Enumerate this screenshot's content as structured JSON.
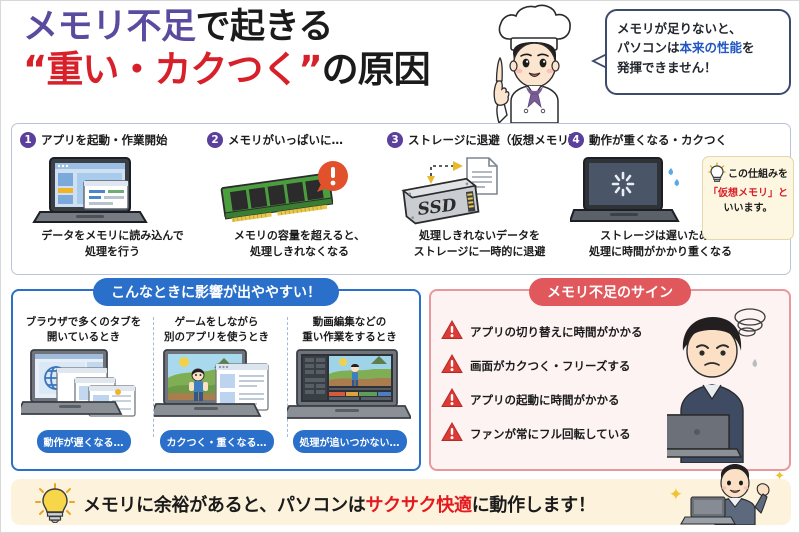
{
  "header": {
    "title_line1_a": "メモリ不足",
    "title_line1_b": "で起きる",
    "title_line2_a": "“重い・カクつく”",
    "title_line2_b": "の原因",
    "chef_icon": "chef-character-icon",
    "bubble": {
      "line1": "メモリが足りないと、",
      "line2_a": "パソコンは",
      "line2_b": "本来の性能",
      "line2_c": "を",
      "line3": "発揮できません！",
      "accent_color": "#2257c4"
    }
  },
  "steps": [
    {
      "number": "1",
      "title": "アプリを起動・作業開始",
      "art_icon": "laptop-with-windows-icon",
      "caption_line1": "データをメモリに読み込んで",
      "caption_line2": "処理を行う"
    },
    {
      "number": "2",
      "title": "メモリがいっぱいに…",
      "art_icon": "memory-module-alert-icon",
      "caption_line1": "メモリの容量を超えると、",
      "caption_line2": "処理しきれなくなる"
    },
    {
      "number": "3",
      "title": "ストレージに退避（仮想メモリ）",
      "art_icon": "ssd-drive-document-icon",
      "caption_line1": "処理しきれないデータを",
      "caption_line2": "ストレージに一時的に退避"
    },
    {
      "number": "4",
      "title": "動作が重くなる・カクつく",
      "art_icon": "laptop-loading-spinner-icon",
      "caption_line1": "ストレージは遅いため、",
      "caption_line2": "処理に時間がかかり重くなる"
    }
  ],
  "arrow_icon": "right-arrow-icon",
  "note": {
    "bulb_icon": "lightbulb-icon",
    "line1": "この仕組みを",
    "line2": "「仮想メモリ」と",
    "line3": "いいます。",
    "accent_color": "#d8202a",
    "background_color": "#fdf6e0"
  },
  "blue_panel": {
    "heading": "こんなときに影響が出ややすい！",
    "accent_color": "#2a6fc9",
    "columns": [
      {
        "title_line1": "ブラウザで多くのタブを",
        "title_line2": "開いているとき",
        "art_icon": "laptop-browser-tabs-icon",
        "pill": "動作が遅くなる…"
      },
      {
        "title_line1": "ゲームをしながら",
        "title_line2": "別のアプリを使うとき",
        "art_icon": "laptop-game-and-app-icon",
        "pill": "カクつく・重くなる…"
      },
      {
        "title_line1": "動画編集などの",
        "title_line2": "重い作業をするとき",
        "art_icon": "laptop-video-editor-icon",
        "pill": "処理が追いつかない…"
      }
    ]
  },
  "red_panel": {
    "heading": "メモリ不足のサイン",
    "accent_color": "#e0575c",
    "background_color": "#fdf3f3",
    "warning_icon": "warning-triangle-icon",
    "person_icon": "worried-person-laptop-icon",
    "items": [
      "アプリの切り替えに時間がかかる",
      "画面がカクつく・フリーズする",
      "アプリの起動に時間がかかる",
      "ファンが常にフル回転している"
    ]
  },
  "footer": {
    "bulb_icon": "lightbulb-icon",
    "text_a": "メモリに余裕があると、パソコンは",
    "text_b": "サクサク快適",
    "text_c": "に動作します！",
    "accent_color": "#e3191e",
    "background_color": "#fdf3dd",
    "person_icon": "happy-person-laptop-icon",
    "sparkle_icon": "sparkle-icon"
  }
}
